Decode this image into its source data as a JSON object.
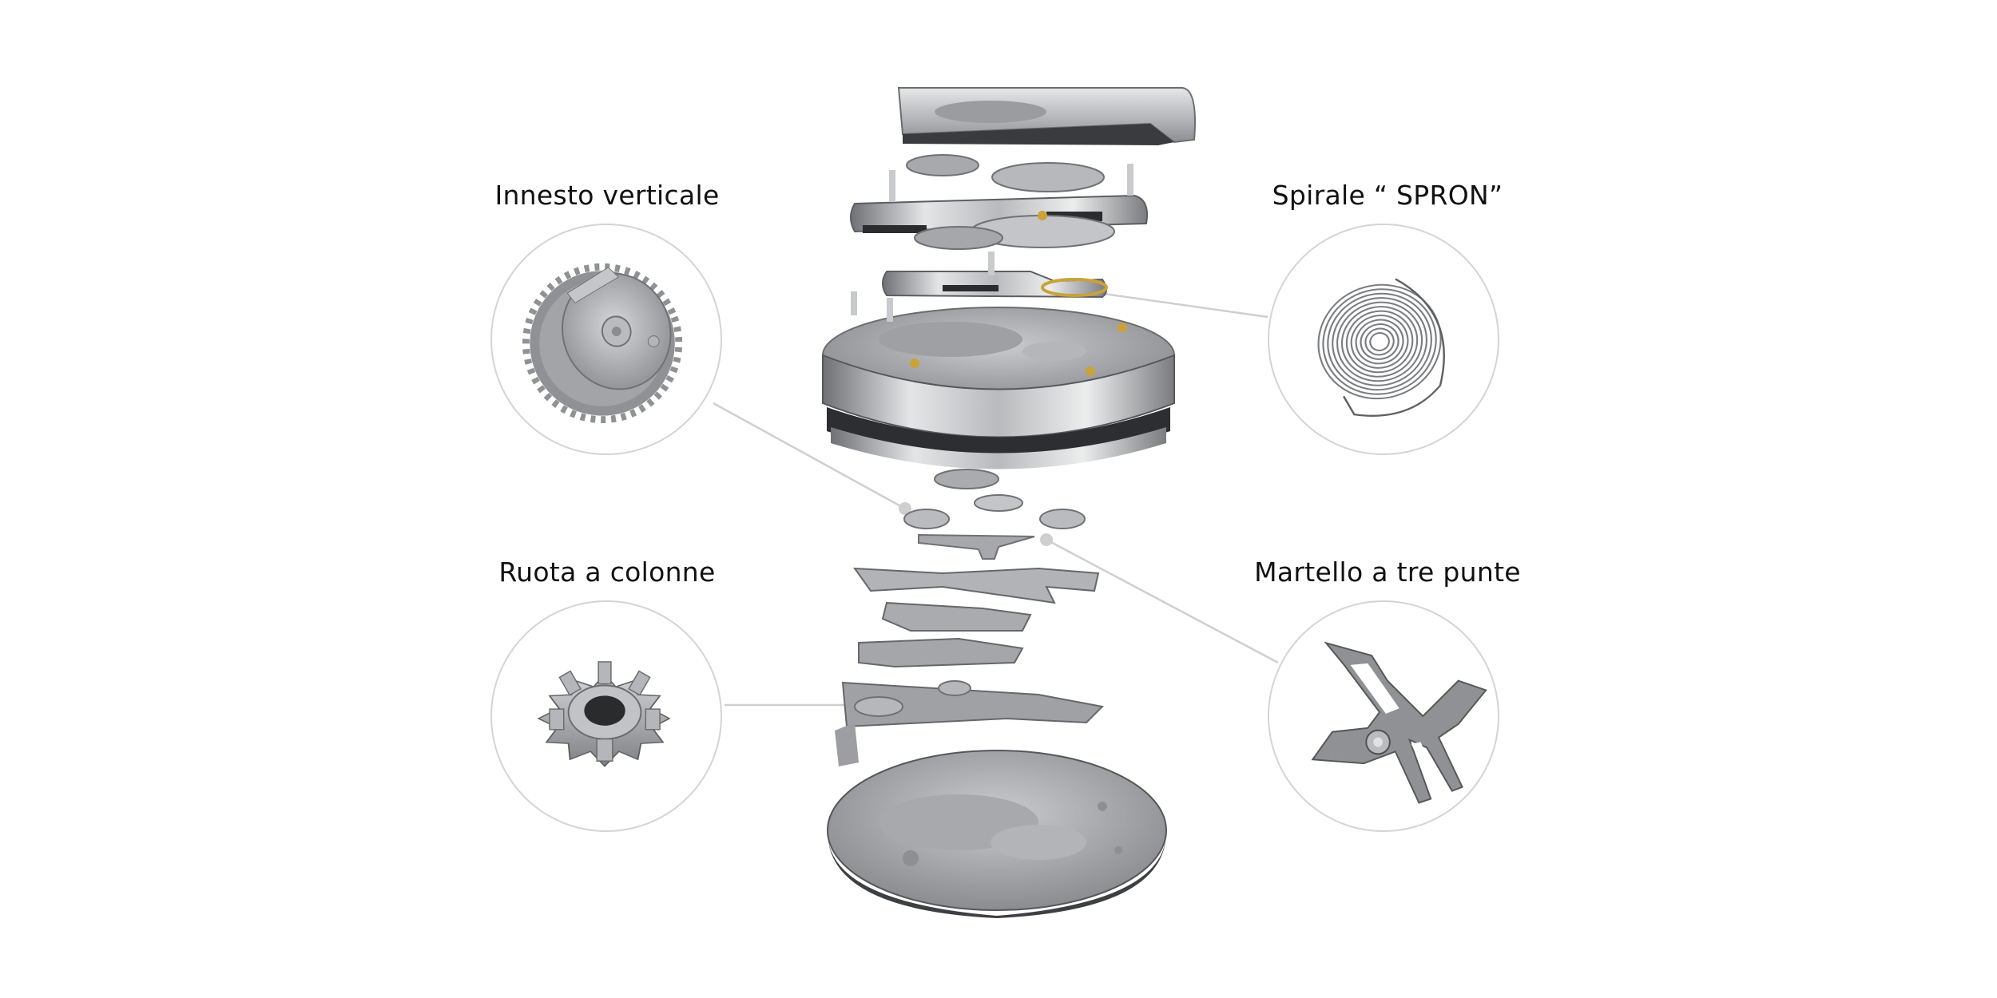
{
  "diagram": {
    "subject": "Exploded view of chronograph watch movement",
    "callouts": [
      {
        "id": "vertical-clutch",
        "label": "Innesto verticale",
        "position": "top-left"
      },
      {
        "id": "spron-hairspring",
        "label": "Spirale “ SPRON”",
        "position": "top-right"
      },
      {
        "id": "column-wheel",
        "label": "Ruota a colonne",
        "position": "bottom-left"
      },
      {
        "id": "three-point-hammer",
        "label": "Martello a tre punte",
        "position": "bottom-right"
      }
    ]
  },
  "colors": {
    "background": "#ffffff",
    "label_text": "#111111",
    "circle_border": "#d4d4d4",
    "connector_line": "#cfcfcf",
    "metal_light": "#d9dadc",
    "metal_mid": "#a9abae",
    "metal_dark": "#5e6064",
    "gold_accent": "#c9a23a"
  }
}
